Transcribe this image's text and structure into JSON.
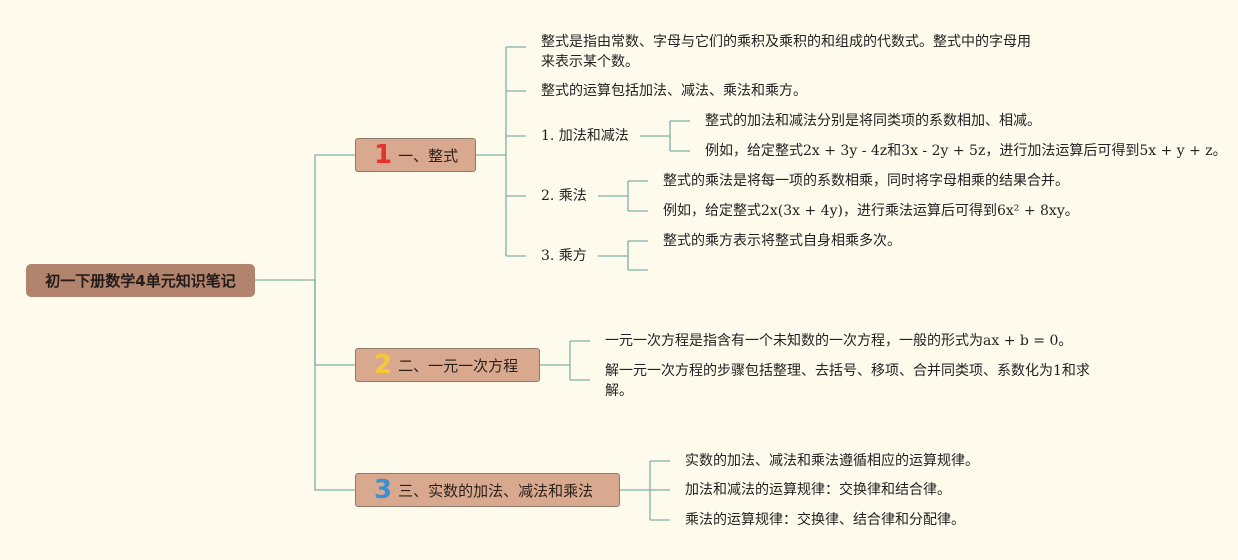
{
  "root": {
    "title": "初一下册数学4单元知识笔记"
  },
  "branches": [
    {
      "number": "1",
      "title": "一、整式",
      "notes": [
        "整式是指由常数、字母与它们的乘积及乘积的和组成的代数式。整式中的字母用来表示某个数。",
        "整式的运算包括加法、减法、乘法和乘方。"
      ],
      "subtopics": [
        {
          "title": "1. 加法和减法",
          "notes": [
            "整式的加法和减法分别是将同类项的系数相加、相减。",
            "例如，给定整式2x + 3y - 4z和3x - 2y + 5z，进行加法运算后可得到5x + y + z。"
          ]
        },
        {
          "title": "2. 乘法",
          "notes": [
            "整式的乘法是将每一项的系数相乘，同时将字母相乘的结果合并。",
            "例如，给定整式2x(3x + 4y)，进行乘法运算后可得到6x² + 8xy。"
          ]
        },
        {
          "title": "3. 乘方",
          "notes": [
            "整式的乘方表示将整式自身相乘多次。",
            ""
          ]
        }
      ]
    },
    {
      "number": "2",
      "title": "二、一元一次方程",
      "notes": [
        "一元一次方程是指含有一个未知数的一次方程，一般的形式为ax + b = 0。",
        "解一元一次方程的步骤包括整理、去括号、移项、合并同类项、系数化为1和求解。"
      ]
    },
    {
      "number": "3",
      "title": "三、实数的加法、减法和乘法",
      "notes": [
        "实数的加法、减法和乘法遵循相应的运算规律。",
        "加法和减法的运算规律：交换律和结合律。",
        "乘法的运算规律：交换律、结合律和分配律。"
      ]
    }
  ]
}
